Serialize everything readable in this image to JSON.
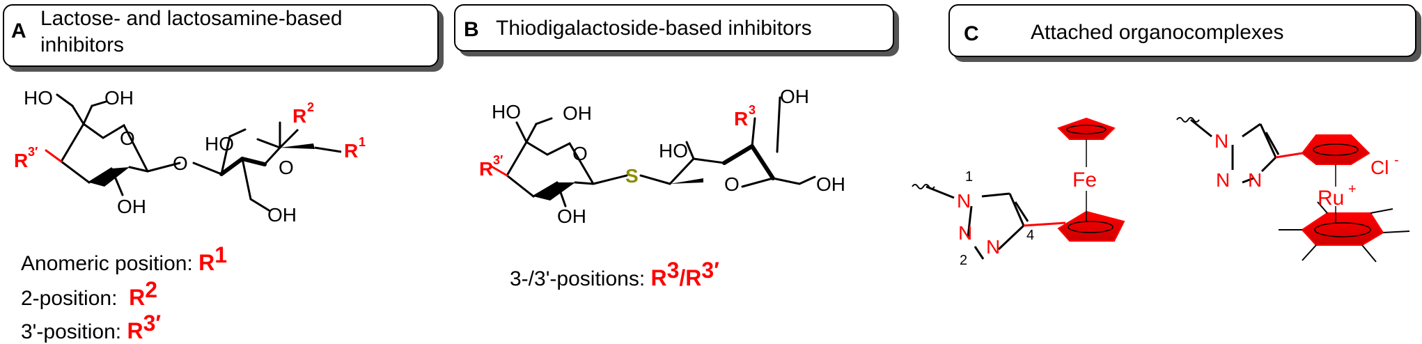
{
  "panels": {
    "a": {
      "letter": "A",
      "title_line1": "Lactose- and lactosamine-based",
      "title_line2": "inhibitors",
      "captions": [
        {
          "text": "Anomeric position: ",
          "r": "R",
          "sup": "1"
        },
        {
          "text": "2-position:  ",
          "r": "R",
          "sup": "2"
        },
        {
          "text": "3'-position: ",
          "r": "R",
          "sup": "3′"
        }
      ]
    },
    "b": {
      "letter": "B",
      "title": "Thiodigalactoside-based inhibitors",
      "caption_text": "3-/3'-positions: ",
      "caption_r1": "R",
      "caption_sup1": "3",
      "caption_slash": "/",
      "caption_r2": "R",
      "caption_sup2": "3′"
    },
    "c": {
      "letter": "C",
      "title": "Attached organocomplexes"
    }
  },
  "structures": {
    "lactose": {
      "labels": {
        "ho_top": "HO",
        "oh_top": "OH",
        "ring_o1": "O",
        "oh_bottom1": "OH",
        "bridge_o": "O",
        "ho_mid": "HO",
        "ring_o2": "O",
        "oh_bottom2": "OH",
        "r3p": "R",
        "r3p_sup": "3′",
        "r2": "R",
        "r2_sup": "2",
        "r1": "R",
        "r1_sup": "1"
      }
    },
    "thiodigalactoside": {
      "labels": {
        "ho_top": "HO",
        "oh_top": "OH",
        "ring_o1": "O",
        "oh_bottom1": "OH",
        "s": "S",
        "ho_mid": "HO",
        "ring_o2": "O",
        "oh_right_top": "OH",
        "oh_right_bottom": "OH",
        "r3p": "R",
        "r3p_sup": "3′",
        "r3": "R",
        "r3_sup": "3"
      }
    },
    "ferrocene": {
      "labels": {
        "n1": "N",
        "n2": "N",
        "n3": "N",
        "num1": "1",
        "num2": "2",
        "num4": "4",
        "fe": "Fe"
      }
    },
    "ruthenium": {
      "labels": {
        "n1": "N",
        "n2": "N",
        "n3": "N",
        "ru": "Ru",
        "ru_charge": "+",
        "cl": "Cl",
        "cl_charge": "-"
      }
    }
  },
  "colors": {
    "red": "#ff0000",
    "sulfur": "#8b8b00",
    "black": "#000000",
    "shadow": "#555555"
  }
}
